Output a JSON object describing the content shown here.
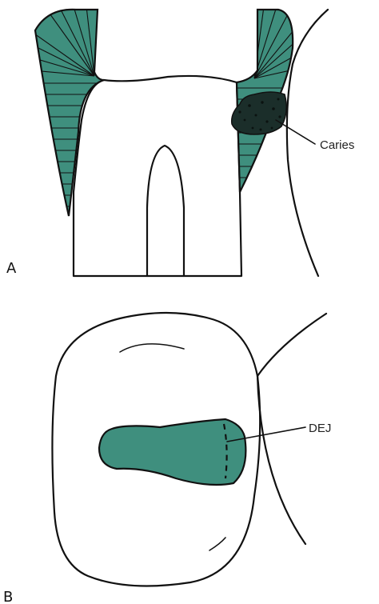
{
  "panels": [
    {
      "label": "A",
      "annotation": "Caries"
    },
    {
      "label": "B",
      "annotation": "DEJ"
    }
  ],
  "colors": {
    "restoration_fill": "#3f8f7e",
    "caries_fill": "#1b2e2a",
    "ink": "#111111"
  }
}
